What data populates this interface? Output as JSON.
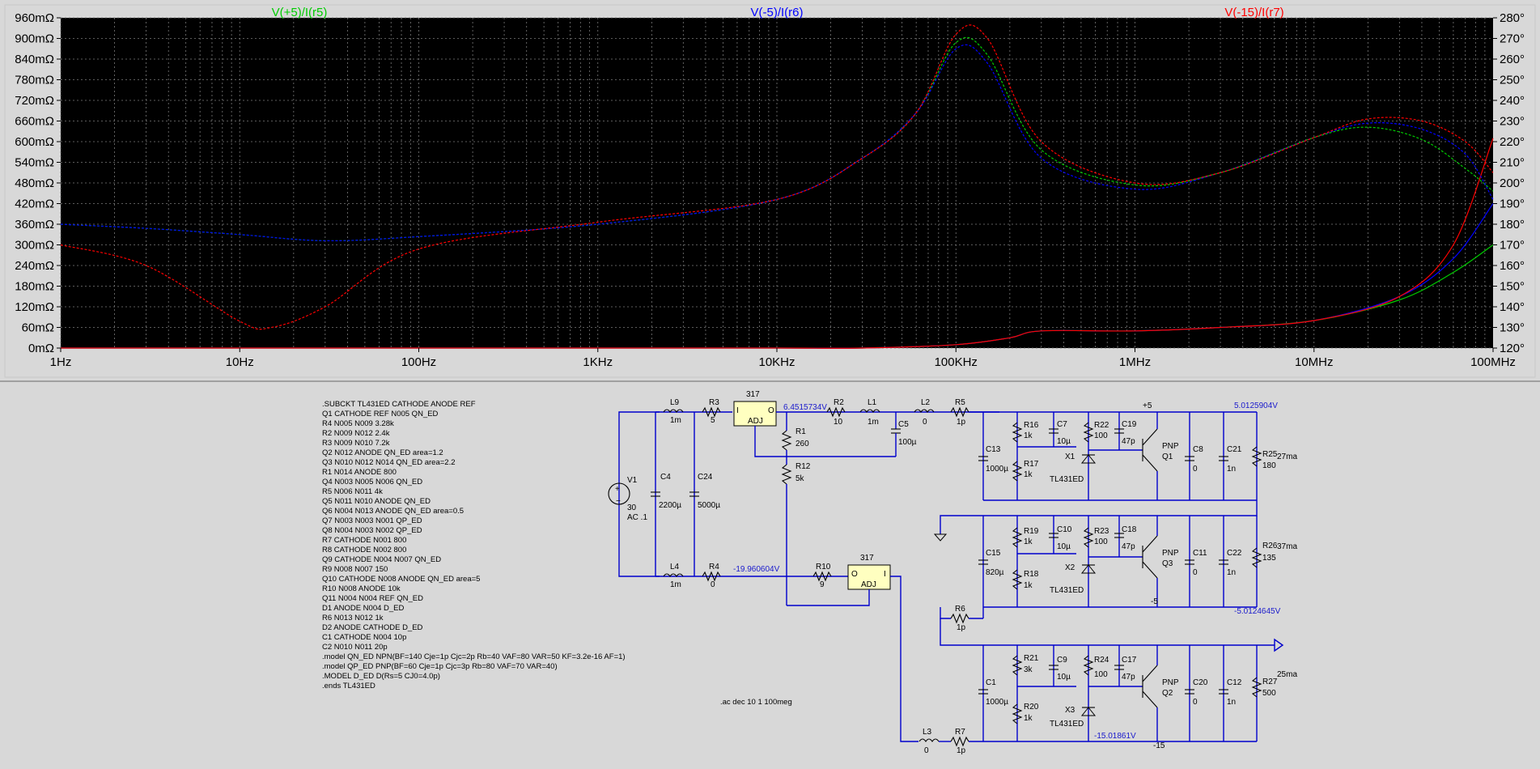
{
  "plot": {
    "traces": [
      {
        "name": "V(+5)/I(r5)",
        "color": "#00cc00"
      },
      {
        "name": "V(-5)/I(r6)",
        "color": "#0000ff"
      },
      {
        "name": "V(-15)/I(r7)",
        "color": "#ff0000"
      }
    ],
    "x_ticks": [
      "1Hz",
      "10Hz",
      "100Hz",
      "1KHz",
      "10KHz",
      "100KHz",
      "1MHz",
      "10MHz",
      "100MHz"
    ],
    "y_left_ticks": [
      "960mΩ",
      "900mΩ",
      "840mΩ",
      "780mΩ",
      "720mΩ",
      "660mΩ",
      "600mΩ",
      "540mΩ",
      "480mΩ",
      "420mΩ",
      "360mΩ",
      "300mΩ",
      "240mΩ",
      "180mΩ",
      "120mΩ",
      "60mΩ",
      "0mΩ"
    ],
    "y_right_ticks": [
      "280°",
      "270°",
      "260°",
      "250°",
      "240°",
      "230°",
      "220°",
      "210°",
      "200°",
      "190°",
      "180°",
      "170°",
      "160°",
      "150°",
      "140°",
      "130°",
      "120°"
    ],
    "colors": {
      "background": "#000000",
      "grid": "#7a7a7a",
      "frame": "#c8c8c8"
    }
  },
  "chart_data": {
    "type": "line",
    "x_scale": "log",
    "xlim": [
      1,
      100000000
    ],
    "ylim_left": [
      0,
      0.96
    ],
    "ylim_right": [
      120,
      280
    ],
    "ylabel_left_unit": "Ω",
    "ylabel_right_unit": "°",
    "series": [
      {
        "name": "V(+5)/I(r5)",
        "axis": "left",
        "style": "solid",
        "x": [
          1,
          10,
          100,
          1000,
          10000,
          30000,
          100000,
          200000,
          300000,
          1000000,
          3000000,
          10000000,
          30000000,
          60000000,
          100000000
        ],
        "y": [
          0.0,
          0.0,
          0.0,
          0.0,
          0.0,
          0.0,
          0.01,
          0.03,
          0.05,
          0.05,
          0.06,
          0.08,
          0.14,
          0.22,
          0.3
        ]
      },
      {
        "name": "V(-5)/I(r6)",
        "axis": "left",
        "style": "solid",
        "x": [
          1,
          10,
          100,
          1000,
          10000,
          30000,
          100000,
          200000,
          300000,
          1000000,
          3000000,
          10000000,
          30000000,
          60000000,
          100000000
        ],
        "y": [
          0.0,
          0.0,
          0.0,
          0.0,
          0.0,
          0.0,
          0.01,
          0.03,
          0.05,
          0.05,
          0.06,
          0.08,
          0.15,
          0.26,
          0.42
        ]
      },
      {
        "name": "V(-15)/I(r7)",
        "axis": "left",
        "style": "solid",
        "x": [
          1,
          10,
          100,
          1000,
          10000,
          30000,
          100000,
          200000,
          300000,
          1000000,
          3000000,
          10000000,
          30000000,
          60000000,
          100000000
        ],
        "y": [
          0.0,
          0.0,
          0.0,
          0.0,
          0.0,
          0.0,
          0.01,
          0.03,
          0.05,
          0.05,
          0.06,
          0.08,
          0.15,
          0.3,
          0.61
        ]
      },
      {
        "name": "V(+5)/I(r5)",
        "axis": "right",
        "style": "dashed",
        "x": [
          1,
          3,
          10,
          30,
          100,
          1000,
          10000,
          30000,
          60000,
          100000,
          150000,
          300000,
          1000000,
          3000000,
          10000000,
          20000000,
          40000000,
          70000000,
          100000000
        ],
        "y": [
          180,
          178,
          175,
          172,
          174,
          180,
          192,
          212,
          234,
          268,
          262,
          216,
          199,
          205,
          222,
          227,
          221,
          207,
          196
        ]
      },
      {
        "name": "V(-5)/I(r6)",
        "axis": "right",
        "style": "dashed",
        "x": [
          1,
          3,
          10,
          30,
          100,
          1000,
          10000,
          30000,
          60000,
          100000,
          150000,
          300000,
          1000000,
          3000000,
          10000000,
          20000000,
          40000000,
          70000000,
          100000000
        ],
        "y": [
          180,
          178,
          175,
          172,
          174,
          180,
          192,
          212,
          234,
          265,
          258,
          212,
          197,
          205,
          222,
          229,
          226,
          214,
          192
        ]
      },
      {
        "name": "V(-15)/I(r7)",
        "axis": "right",
        "style": "dashed",
        "x": [
          1,
          3,
          10,
          15,
          30,
          100,
          1000,
          10000,
          30000,
          60000,
          100000,
          150000,
          300000,
          1000000,
          3000000,
          10000000,
          20000000,
          40000000,
          70000000,
          100000000
        ],
        "y": [
          170,
          160,
          133,
          130,
          140,
          168,
          181,
          192,
          212,
          234,
          272,
          270,
          220,
          200,
          205,
          222,
          231,
          230,
          220,
          205
        ]
      }
    ]
  },
  "schematic": {
    "netlist": [
      ".SUBCKT TL431ED CATHODE ANODE REF",
      "Q1 CATHODE REF N005 QN_ED",
      "R4 N005 N009 3.28k",
      "R2 N009 N012 2.4k",
      "R3 N009 N010 7.2k",
      "Q2 N012 ANODE QN_ED area=1.2",
      "Q3 N010 N012 N014 QN_ED area=2.2",
      "R1 N014 ANODE 800",
      "Q4 N003 N005 N006 QN_ED",
      "R5 N006 N011 4k",
      "Q5 N011 N010 ANODE QN_ED",
      "Q6 N004 N013 ANODE QN_ED area=0.5",
      "Q7 N003 N003 N001 QP_ED",
      "Q8 N004 N003 N002 QP_ED",
      "R7 CATHODE N001 800",
      "R8 CATHODE N002 800",
      "Q9 CATHODE N004 N007 QN_ED",
      "R9 N008 N007 150",
      "Q10 CATHODE N008 ANODE QN_ED area=5",
      "R10 N008 ANODE 10k",
      "Q11 N004 N004 REF QN_ED",
      "D1 ANODE N004 D_ED",
      "R6 N013 N012 1k",
      "D2 ANODE CATHODE D_ED",
      "C1 CATHODE N004 10p",
      "C2 N010 N011 20p",
      ".model QN_ED NPN(BF=140 Cje=1p Cjc=2p Rb=40 VAF=80 VAR=50 KF=3.2e-16 AF=1)",
      ".model QP_ED PNP(BF=60 Cje=1p Cjc=3p Rb=80 VAF=70 VAR=40)",
      ".MODEL D_ED D(Rs=5 CJ0=4.0p)",
      ".ends TL431ED"
    ],
    "directive": ".ac dec 10 1 100meg",
    "source": {
      "name": "V1",
      "value": "30",
      "ac": "AC .1"
    },
    "regulators": [
      {
        "name": "317",
        "pin_in": "I",
        "pin_out": "O",
        "pin_adj": "ADJ"
      },
      {
        "name": "317",
        "pin_in": "I",
        "pin_out": "O",
        "pin_adj": "ADJ"
      }
    ],
    "node_voltages": {
      "reg1_out": "6.4515734V",
      "neg_in": "-19.960604V",
      "pos5": "5.0125904V",
      "neg5": "-5.0124645V",
      "neg15": "-15.01861V"
    },
    "rail_labels": {
      "pos5": "+5",
      "neg5": "-5",
      "neg15": "-15"
    },
    "currents": {
      "r25": "27ma",
      "r26": "37ma",
      "r27": "25ma"
    },
    "components": {
      "L9": "1m",
      "R3": "5",
      "R2": "10",
      "L1": "1m",
      "L2": "0",
      "R5": "1p",
      "C4": "2200µ",
      "C24": "5000µ",
      "R1": "260",
      "R12": "5k",
      "C5": "100µ",
      "L4": "1m",
      "R4": "0",
      "R10": "9",
      "C13": "1000µ",
      "R16": "1k",
      "R17": "1k",
      "C7": "10µ",
      "R22": "100",
      "C19": "47p",
      "Q1": "PNP",
      "C8": "0",
      "C21": "1n",
      "R25": "180",
      "X1": "TL431ED",
      "C15": "820µ",
      "R19": "1k",
      "R18": "1k",
      "C10": "10µ",
      "R23": "100",
      "C18": "47p",
      "Q3": "PNP",
      "C11": "0",
      "C22": "1n",
      "R26": "135",
      "X2": "TL431ED",
      "R6": "1p",
      "C1": "1000µ",
      "R21": "3k",
      "R20": "1k",
      "C9": "10µ",
      "R24": "100",
      "C17": "47p",
      "Q2": "PNP",
      "C20": "0",
      "C12": "1n",
      "R27": "500",
      "X3": "TL431ED",
      "L3": "0",
      "R7": "1p"
    }
  }
}
